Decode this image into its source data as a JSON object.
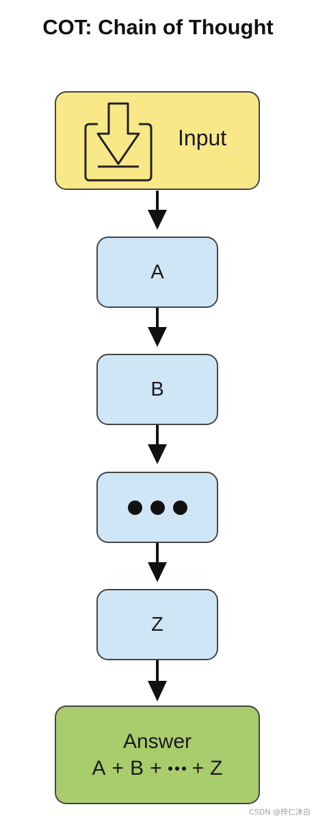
{
  "title": "COT: Chain of Thought",
  "input": {
    "label": "Input",
    "icon": "download-icon",
    "fill": "#f8e887"
  },
  "steps": [
    {
      "label": "A",
      "fill": "#cfe6f7"
    },
    {
      "label": "B",
      "fill": "#cfe6f7"
    },
    {
      "label": "",
      "icon": "ellipsis-icon",
      "fill": "#cfe6f7"
    },
    {
      "label": "Z",
      "fill": "#cfe6f7"
    }
  ],
  "answer": {
    "label": "Answer",
    "formula_parts": [
      "A",
      "+",
      "B",
      "+",
      "+",
      "Z"
    ],
    "fill": "#a9cc6d"
  },
  "watermark": "CSDN @梓仁沐白"
}
